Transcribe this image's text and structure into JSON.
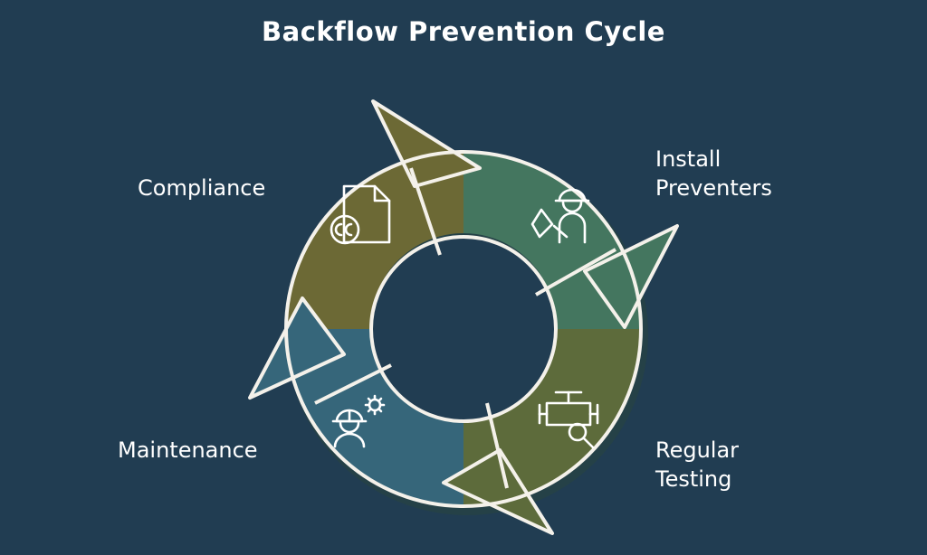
{
  "title": "Backflow Prevention Cycle",
  "colors": {
    "background": "#213d52",
    "compliance": "#6c6935",
    "install": "#44765f",
    "testing": "#5d6b3b",
    "maintenance": "#36667a",
    "outline": "#f4f1ea",
    "text": "#ffffff"
  },
  "steps": [
    {
      "id": "compliance",
      "label_lines": [
        "Compliance"
      ],
      "icon": "certificate-document-icon"
    },
    {
      "id": "install",
      "label_lines": [
        "Install",
        "Preventers"
      ],
      "icon": "worker-installing-icon"
    },
    {
      "id": "testing",
      "label_lines": [
        "Regular",
        "Testing"
      ],
      "icon": "valve-inspection-icon"
    },
    {
      "id": "maintenance",
      "label_lines": [
        "Maintenance"
      ],
      "icon": "technician-gear-icon"
    }
  ]
}
